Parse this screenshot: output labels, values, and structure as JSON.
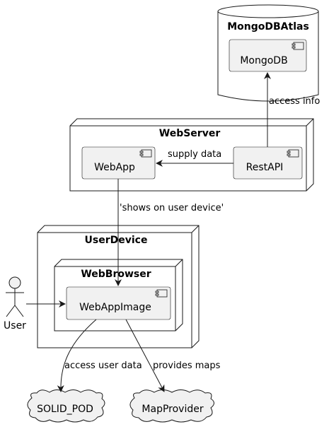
{
  "nodes": {
    "mongodb_atlas": "MongoDBAtlas",
    "mongodb": "MongoDB",
    "webserver": "WebServer",
    "webapp": "WebApp",
    "restapi": "RestAPI",
    "userdevice": "UserDevice",
    "webbrowser": "WebBrowser",
    "webappimage": "WebAppImage",
    "user": "User",
    "solid_pod": "SOLID_POD",
    "mapprovider": "MapProvider"
  },
  "edges": {
    "access_info": "access info",
    "supply_data": "supply data",
    "shows_on_user_device": "'shows on user device'",
    "access_user_data": "access user data",
    "provides_maps": "provides maps"
  },
  "colors": {
    "component_fill": "#f1f1f1",
    "stroke": "#181818"
  }
}
